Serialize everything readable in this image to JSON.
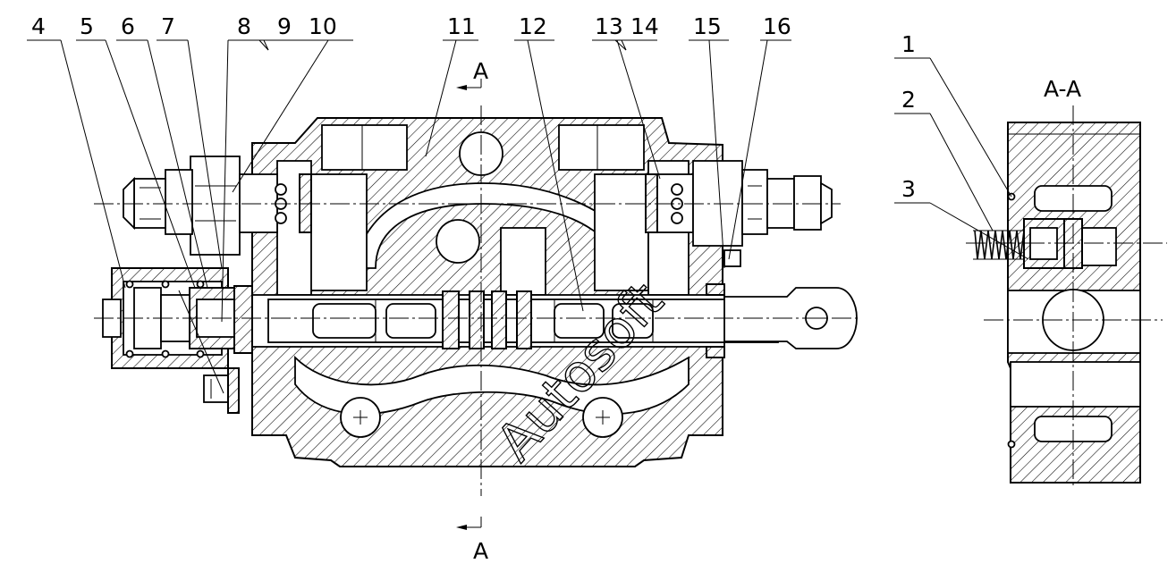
{
  "main_view": {
    "part_numbers": [
      "4",
      "5",
      "6",
      "7",
      "8",
      "9",
      "10",
      "11",
      "12",
      "13",
      "14",
      "15",
      "16"
    ],
    "section_marker": "A"
  },
  "section_view": {
    "title": "A-A",
    "part_numbers": [
      "1",
      "2",
      "3"
    ]
  },
  "watermark": "Autosoft"
}
